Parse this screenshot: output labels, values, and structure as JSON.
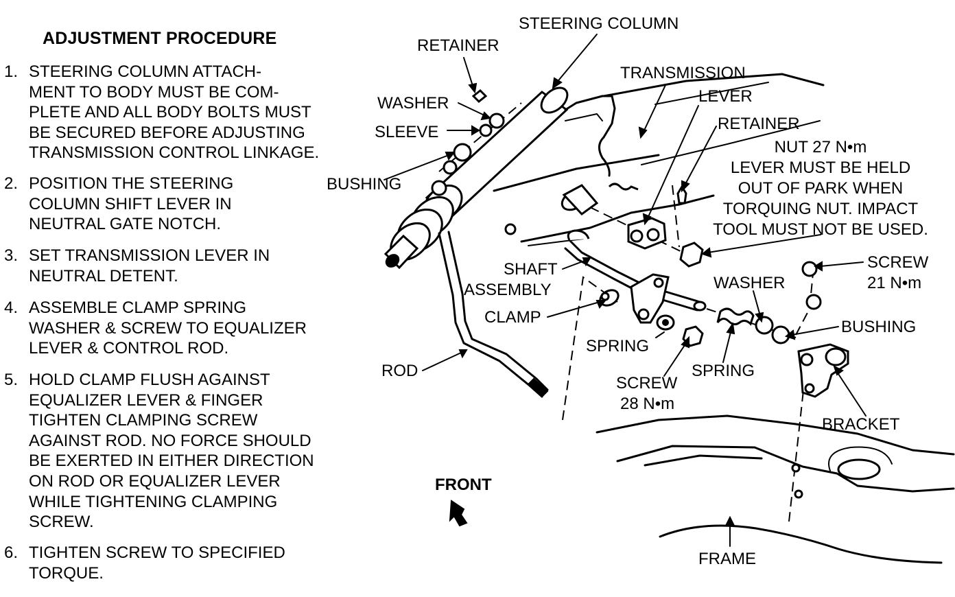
{
  "procedure": {
    "title": "ADJUSTMENT PROCEDURE",
    "steps": [
      {
        "num": "1.",
        "lines": [
          "STEERING COLUMN ATTACH-",
          "MENT TO BODY MUST BE COM-",
          "PLETE AND ALL BODY BOLTS MUST",
          "BE SECURED BEFORE ADJUSTING",
          "TRANSMISSION CONTROL LINKAGE."
        ]
      },
      {
        "num": "2.",
        "lines": [
          "POSITION THE STEERING",
          "COLUMN SHIFT LEVER IN",
          "NEUTRAL GATE NOTCH."
        ]
      },
      {
        "num": "3.",
        "lines": [
          "SET TRANSMISSION LEVER IN",
          "NEUTRAL DETENT."
        ]
      },
      {
        "num": "4.",
        "lines": [
          "ASSEMBLE CLAMP SPRING",
          "WASHER & SCREW TO EQUALIZER",
          "LEVER & CONTROL ROD."
        ]
      },
      {
        "num": "5.",
        "lines": [
          "HOLD CLAMP FLUSH AGAINST",
          "EQUALIZER LEVER & FINGER",
          "TIGHTEN CLAMPING SCREW",
          "AGAINST ROD. NO FORCE SHOULD",
          "BE EXERTED IN EITHER DIRECTION",
          "ON ROD OR EQUALIZER LEVER",
          "WHILE TIGHTENING CLAMPING",
          "SCREW."
        ]
      },
      {
        "num": "6.",
        "lines": [
          "TIGHTEN SCREW TO SPECIFIED",
          "TORQUE."
        ]
      }
    ]
  },
  "labels": {
    "steering_column": "STEERING COLUMN",
    "retainer_top": "RETAINER",
    "washer_top": "WASHER",
    "sleeve": "SLEEVE",
    "bushing_left": "BUSHING",
    "transmission": "TRANSMISSION",
    "lever": "LEVER",
    "retainer_right": "RETAINER",
    "nut_note": [
      "NUT 27 N•m",
      "LEVER MUST BE HELD",
      "OUT OF PARK WHEN",
      "TORQUING NUT. IMPACT",
      "TOOL MUST NOT BE USED."
    ],
    "shaft": "SHAFT",
    "assembly": "ASSEMBLY",
    "clamp": "CLAMP",
    "washer_right": "WASHER",
    "screw_21": [
      "SCREW",
      "21 N•m"
    ],
    "bushing_right": "BUSHING",
    "spring_left": "SPRING",
    "spring_right": "SPRING",
    "screw_28": [
      "SCREW",
      "28 N•m"
    ],
    "rod": "ROD",
    "bracket": "BRACKET",
    "front": "FRONT",
    "frame": "FRAME"
  }
}
